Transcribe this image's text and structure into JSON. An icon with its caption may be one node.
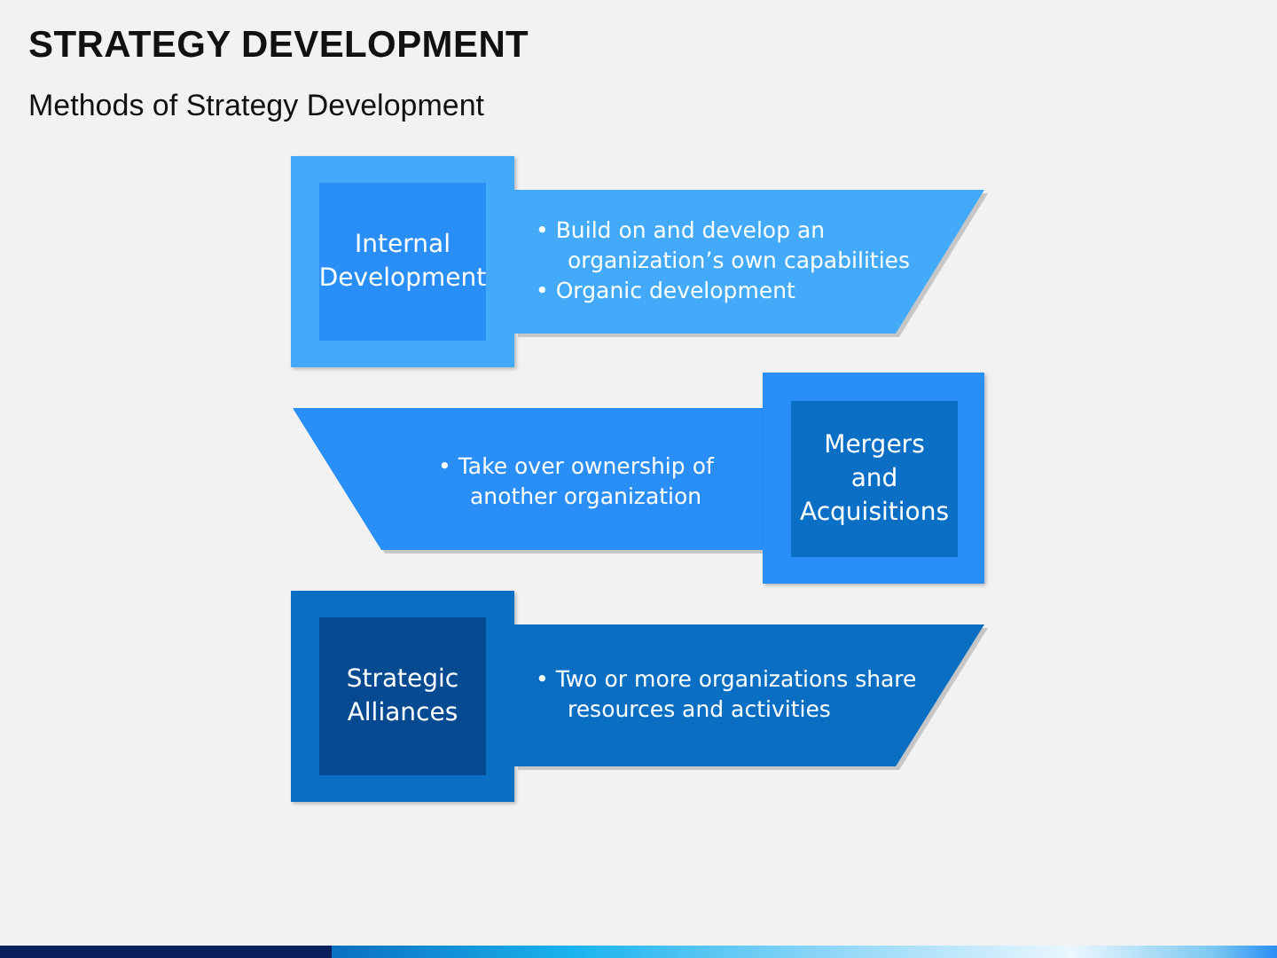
{
  "diagram": {
    "title": "STRATEGY DEVELOPMENT",
    "nodes": [
      {
        "text": [
          "Internal Development"
        ]
      },
      {
        "text": [
          "• Build on and develop an organization’s own capabilities",
          "• Organic development"
        ]
      },
      {
        "text": [
          "• Take over ownership of another organization"
        ]
      },
      {
        "text": [
          "Mergers and Acquisitions"
        ]
      },
      {
        "text": [
          "Strategic Alliances"
        ]
      },
      {
        "text": [
          "• Two or more organizations share resources and activities"
        ]
      }
    ],
    "labels": [
      "Methods of Strategy Development"
    ]
  }
}
